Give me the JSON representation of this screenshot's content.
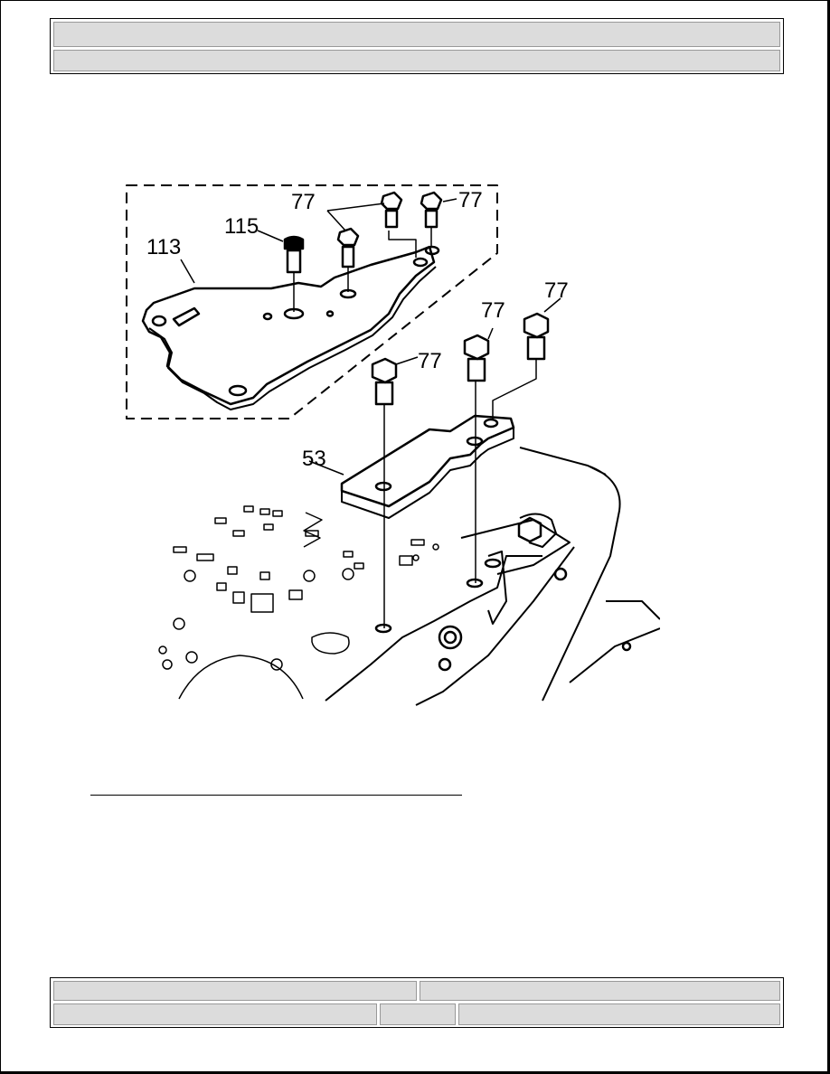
{
  "header": {
    "title": "",
    "subtitle": ""
  },
  "diagram": {
    "callouts": {
      "c113": "113",
      "c115": "115",
      "c77a": "77",
      "c77b": "77",
      "c77c": "77",
      "c77d": "77",
      "c77e": "77",
      "c53": "53"
    }
  },
  "footer": {
    "cell1": "",
    "cell2": "",
    "cell3": "",
    "cell4": "",
    "cell5": ""
  }
}
